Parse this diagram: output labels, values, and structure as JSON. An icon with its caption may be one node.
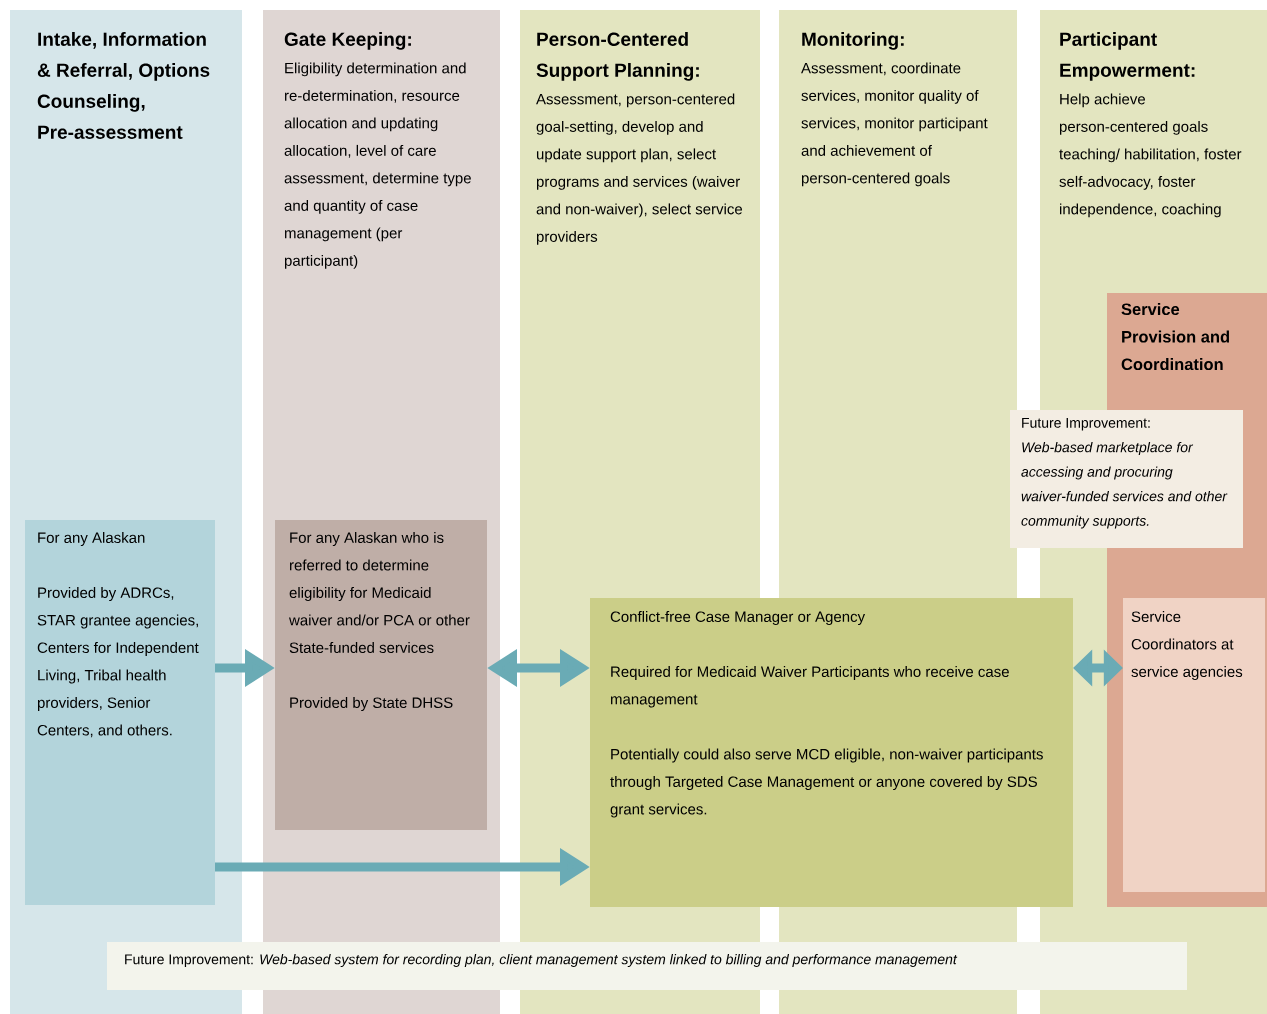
{
  "diagram": {
    "nodes": [
      {
        "text": [
          "Intake, Information & Referral, Options Counseling, Pre-assessment"
        ]
      },
      {
        "text": [
          "Gate Keeping:",
          "Eligibility determination and re-determination, resource allocation and updating allocation, level of care assessment, determine type and quantity of case management (per participant)"
        ]
      },
      {
        "text": [
          "Person-Centered Support Planning:",
          "Assessment, person-centered goal-setting, develop and update support plan, select programs and services (waiver and non-waiver), select service providers"
        ]
      },
      {
        "text": [
          "Monitoring:",
          "Assessment, coordinate services, monitor quality of services, monitor participant and achievement of person-centered goals"
        ]
      },
      {
        "text": [
          "Participant Empowerment:",
          "Help achieve person-centered goals teaching/ habilitation, foster self-advocacy, foster independence, coaching"
        ]
      },
      {
        "text": [
          "Service Provision and Coordination"
        ],
        "in": 4
      },
      {
        "text": [
          "Future Improvement:",
          "Web-based marketplace for accessing and procuring waiver-funded services and other community supports."
        ]
      },
      {
        "text": [
          "For any Alaskan",
          "Provided by ADRCs, STAR grantee agencies, Centers for Independent Living, Tribal health providers, Senior Centers, and others."
        ],
        "in": 0
      },
      {
        "text": [
          "For any Alaskan who is referred to determine eligibility for Medicaid waiver and/or PCA or other State-funded services",
          "Provided by State DHSS"
        ],
        "in": 1
      },
      {
        "text": [
          "Conflict-free Case Manager or Agency",
          "Required for Medicaid Waiver Participants who receive case management",
          "Potentially could also serve MCD eligible, non-waiver participants through Targeted Case Management or anyone covered by SDS grant services."
        ]
      },
      {
        "text": [
          "Service Coordinators at service agencies"
        ],
        "in": 5
      },
      {
        "text": [
          "Future Improvement: *Web-based system for recording plan, client management system linked to billing and performance management*"
        ]
      }
    ],
    "edges": [
      {
        "from": 7,
        "to": 8,
        "arrow": "to"
      },
      {
        "from": 8,
        "to": 9,
        "arrow": "both"
      },
      {
        "from": 9,
        "to": 10,
        "arrow": "both"
      },
      {
        "from": 7,
        "to": 9,
        "arrow": "to"
      }
    ]
  }
}
